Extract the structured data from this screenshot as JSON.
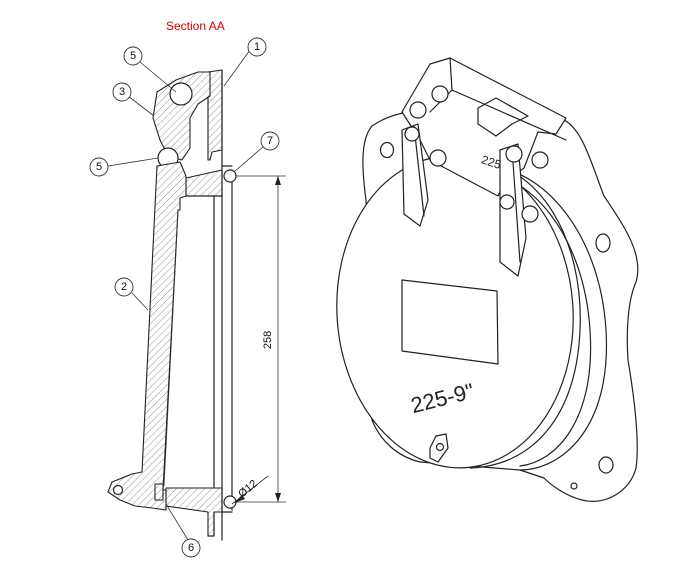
{
  "section_title": "Section AA",
  "balloons": [
    {
      "id": "b1",
      "label": "1"
    },
    {
      "id": "b2",
      "label": "2"
    },
    {
      "id": "b3",
      "label": "3"
    },
    {
      "id": "b5a",
      "label": "5"
    },
    {
      "id": "b5b",
      "label": "5"
    },
    {
      "id": "b6",
      "label": "6"
    },
    {
      "id": "b7",
      "label": "7"
    }
  ],
  "dimensions": {
    "height": "258",
    "diameter": "Ø12"
  },
  "part_markings": {
    "front": "225-9\"",
    "top": "225"
  }
}
